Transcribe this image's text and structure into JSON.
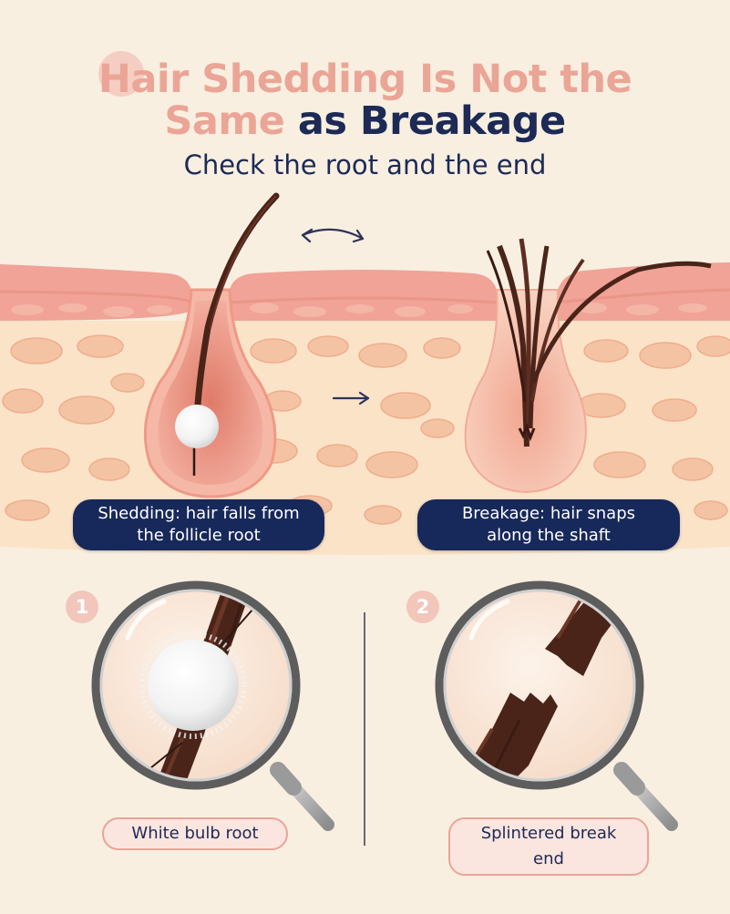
{
  "title": {
    "line1": "Hair Shedding Is Not the",
    "line2_pink": "Same",
    "line2_navy": "as Breakage"
  },
  "subtitle": "Check the root and the end",
  "callouts": {
    "shedding": {
      "line1": "Shedding: hair falls from",
      "line2": "the follicle root"
    },
    "breakage": {
      "line1": "Breakage: hair snaps",
      "line2": "along the shaft"
    }
  },
  "steps": [
    {
      "number": "1",
      "label": "White bulb root",
      "icon": "magnifier-white-bulb-icon"
    },
    {
      "number": "2",
      "label": "Splintered break end",
      "icon": "magnifier-split-end-icon"
    }
  ],
  "colors": {
    "background": "#f8efe1",
    "title_pink": "#eba596",
    "title_navy": "#1c2a55",
    "skin_pink": "#f0a396",
    "cell_fill": "#f5c6a6",
    "hair_brown": "#4a2419",
    "callout_navy": "#17285a"
  }
}
